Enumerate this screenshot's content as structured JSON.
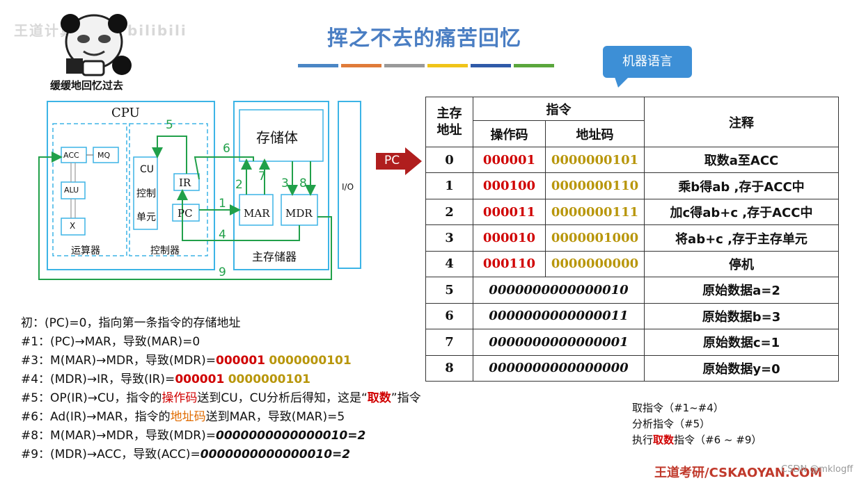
{
  "title": "挥之不去的痛苦回忆",
  "watermark": "王道计算机教育 bilibili",
  "meme_caption": "缓缓地回忆过去",
  "bubble": "机器语言",
  "pc_label": "PC",
  "colors": {
    "bars": [
      "#4a86c5",
      "#e07b39",
      "#999999",
      "#f0c419",
      "#2f5aa8",
      "#5aa63c"
    ],
    "green": "#21a04a",
    "cyan": "#3cb4e6"
  },
  "diagram": {
    "cpu": "CPU",
    "acc": "ACC",
    "mq": "MQ",
    "alu": "ALU",
    "x": "X",
    "alu_unit": "运算器",
    "cu_lines": [
      "CU",
      "控制",
      "单元"
    ],
    "ir": "IR",
    "pc": "PC",
    "cu_unit": "控制器",
    "storage": "存储体",
    "mar": "MAR",
    "mdr": "MDR",
    "memory_unit": "主存储器",
    "io": "I/O",
    "labels": [
      "1",
      "2",
      "3",
      "4",
      "5",
      "6",
      "7",
      "8",
      "9"
    ]
  },
  "table": {
    "headers": {
      "addr": "主存地址",
      "instr": "指令",
      "opcode": "操作码",
      "addrcode": "地址码",
      "note": "注释"
    },
    "instr_rows": [
      {
        "addr": "0",
        "op": "000001",
        "ad": "0000000101",
        "note": "取数a至ACC"
      },
      {
        "addr": "1",
        "op": "000100",
        "ad": "0000000110",
        "note": "乘b得ab ,存于ACC中"
      },
      {
        "addr": "2",
        "op": "000011",
        "ad": "0000000111",
        "note": "加c得ab+c ,存于ACC中"
      },
      {
        "addr": "3",
        "op": "000010",
        "ad": "0000001000",
        "note": "将ab+c ,存于主存单元"
      },
      {
        "addr": "4",
        "op": "000110",
        "ad": "0000000000",
        "note": "停机"
      }
    ],
    "data_rows": [
      {
        "addr": "5",
        "val": "0000000000000010",
        "note": "原始数据a=2"
      },
      {
        "addr": "6",
        "val": "0000000000000011",
        "note": "原始数据b=3"
      },
      {
        "addr": "7",
        "val": "0000000000000001",
        "note": "原始数据c=1"
      },
      {
        "addr": "8",
        "val": "0000000000000000",
        "note": "原始数据y=0"
      }
    ]
  },
  "steps": {
    "s0": "初：(PC)=0，指向第一条指令的存储地址",
    "s1": "#1：(PC)→MAR，导致(MAR)=0",
    "s3a": "#3：M(MAR)→MDR，导致(MDR)=",
    "s3op": "000001",
    "s3ad": "0000000101",
    "s4a": "#4：(MDR)→IR，导致(IR)=",
    "s4op": "000001",
    "s4ad": "0000000101",
    "s5a": "#5：OP(IR)→CU，指令的",
    "s5b": "操作码",
    "s5c": "送到CU，CU分析后得知，这是“",
    "s5d": "取数",
    "s5e": "”指令",
    "s6a": "#6：Ad(IR)→MAR，指令的",
    "s6b": "地址码",
    "s6c": "送到MAR，导致(MAR)=5",
    "s8a": "#8：M(MAR)→MDR，导致(MDR)=",
    "s8b": "0000000000000010=2",
    "s9a": "#9：(MDR)→ACC，导致(ACC)=",
    "s9b": "0000000000000010=2"
  },
  "phases": {
    "p1": "取指令（#1~#4）",
    "p2": "分析指令（#5）",
    "p3a": "执行",
    "p3b": "取数",
    "p3c": "指令（#6 ~ #9）"
  },
  "brand": "王道考研/CSKAOYAN.COM",
  "csdn": "CSDN @mklogff"
}
